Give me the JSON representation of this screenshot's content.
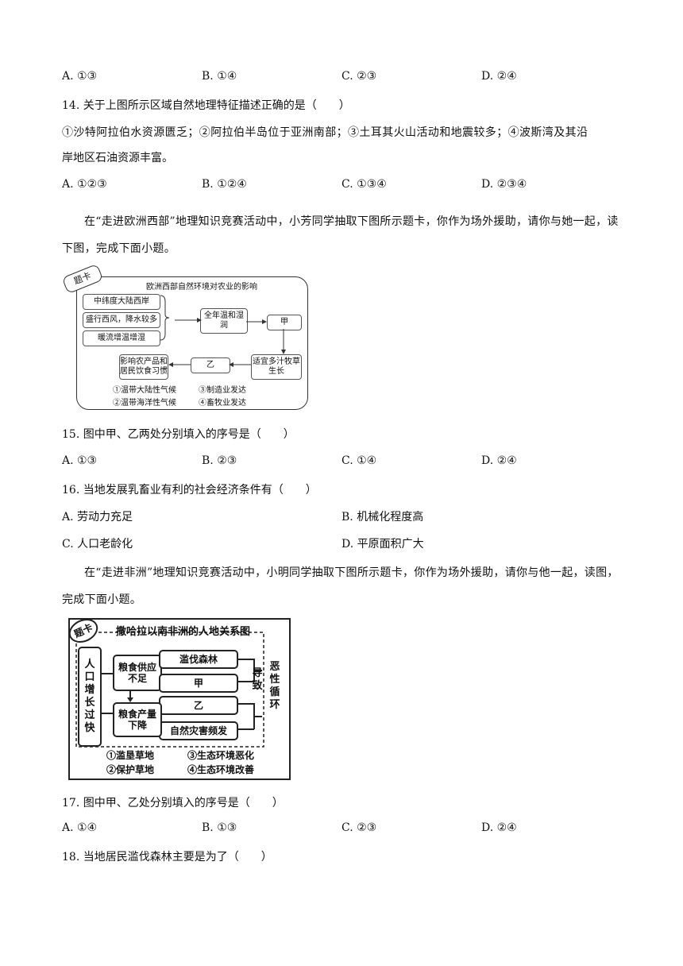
{
  "q13_options": {
    "a": "A. ①③",
    "b": "B. ①④",
    "c": "C. ②③",
    "d": "D. ②④"
  },
  "q14": {
    "stem": "14. 关于上图所示区域自然地理特征描述正确的是（　　）",
    "body_line1": "①沙特阿拉伯水资源匮乏；②阿拉伯半岛位于亚洲南部；③土耳其火山活动和地震较多；④波斯湾及其沿",
    "body_line2": "岸地区石油资源丰富。",
    "a": "A. ①②③",
    "b": "B. ①②④",
    "c": "C. ①③④",
    "d": "D. ②③④"
  },
  "intro_europe": "在“走进欧洲西部”地理知识竞赛活动中，小芳同学抽取下图所示题卡，你作为场外援助，请你与她一起，读下图，完成下面小题。",
  "diagram1": {
    "tag": "题卡",
    "title": "欧洲西部自然环境对农业的影响",
    "box_lat": "中纬度大陆西岸",
    "box_wind": "盛行西风，降水较多",
    "box_current": "暖流增温增湿",
    "box_climate": "全年温和湿润",
    "box_jia": "甲",
    "box_grass": "适宜多汁牧草生长",
    "box_yi": "乙",
    "box_food": "影响农产品和居民饮食习惯",
    "legend1": "①温带大陆性气候",
    "legend2": "②温带海洋性气候",
    "legend3": "③制造业发达",
    "legend4": "④畜牧业发达"
  },
  "q15": {
    "stem": "15. 图中甲、乙两处分别填入的序号是（　　）",
    "a": "A. ①③",
    "b": "B. ②③",
    "c": "C. ①④",
    "d": "D. ②④"
  },
  "q16": {
    "stem": "16. 当地发展乳畜业有利的社会经济条件有（　　）",
    "a": "A. 劳动力充足",
    "b": "B. 机械化程度高",
    "c": "C. 人口老龄化",
    "d": "D. 平原面积广大"
  },
  "intro_africa": "在“走进非洲”地理知识竞赛活动中，小明同学抽取下图所示题卡，你作为场外援助，请你与他一起，读图，完成下面小题。",
  "diagram2": {
    "tag": "题卡",
    "title": "撒哈拉以南非洲的人地关系图",
    "left_vertical": "人口增长过快",
    "box_food_short": "粮食供应不足",
    "box_deforest": "滥伐森林",
    "box_jia": "甲",
    "box_yi": "乙",
    "box_food_drop": "粮食产量下降",
    "box_disaster": "自然灾害频发",
    "cause": "导致",
    "vicious": "恶性循环",
    "legend1": "①滥垦草地",
    "legend2": "②保护草地",
    "legend3": "③生态环境恶化",
    "legend4": "④生态环境改善"
  },
  "q17": {
    "stem": "17. 图中甲、乙处分别填入的序号是（　　）",
    "a": "A. ①④",
    "b": "B. ①③",
    "c": "C. ②③",
    "d": "D. ②④"
  },
  "q18": {
    "stem": "18. 当地居民滥伐森林主要是为了（　　）"
  }
}
